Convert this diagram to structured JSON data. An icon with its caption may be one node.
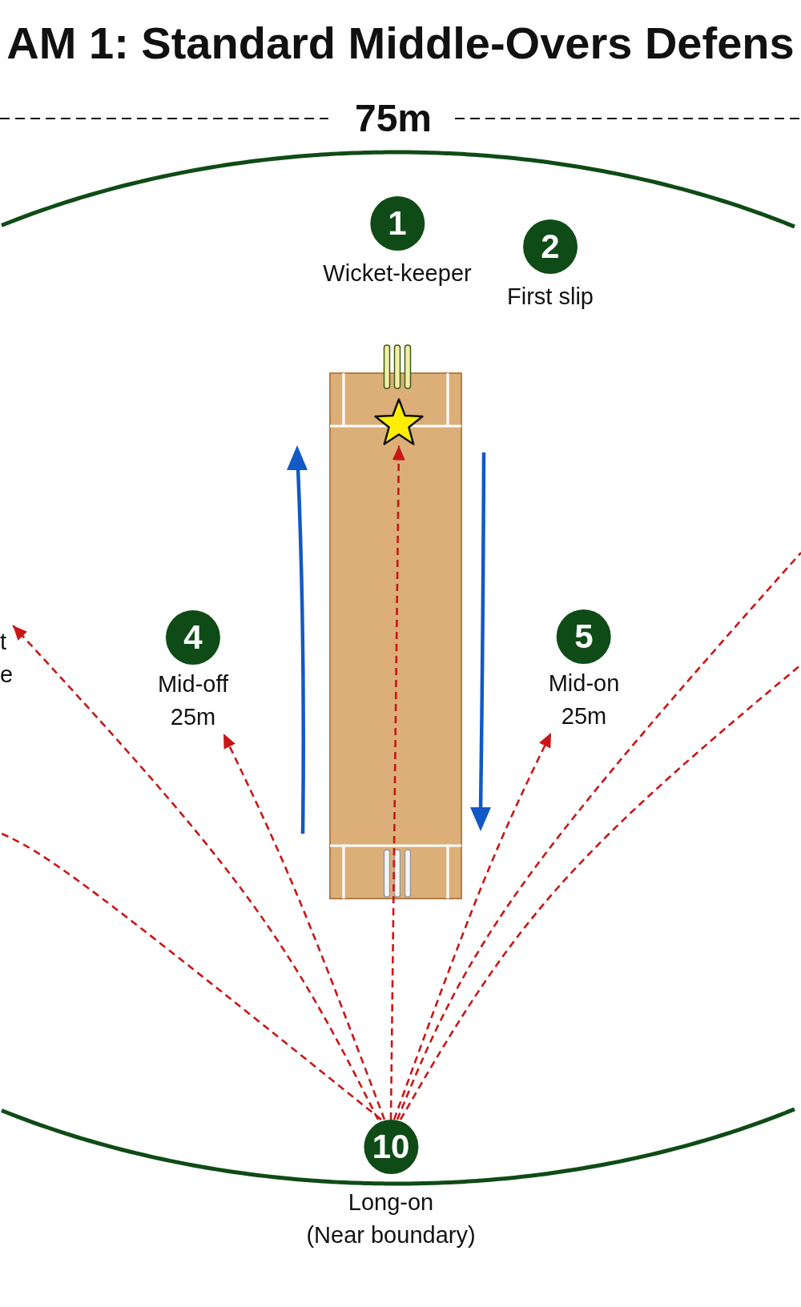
{
  "diagram": {
    "title": "AM 1: Standard Middle-Overs Defens",
    "nodes": [
      {
        "text": [
          "1",
          "Wicket-keeper"
        ]
      },
      {
        "text": [
          "2",
          "First slip"
        ]
      },
      {
        "text": [],
        "shape": "star"
      },
      {
        "text": [
          "t",
          "e"
        ]
      },
      {
        "text": [
          "4",
          "Mid-off",
          "25m"
        ]
      },
      {
        "text": [
          "5",
          "Mid-on",
          "25m"
        ]
      },
      {
        "text": [
          "10",
          "Long-on",
          "(Near boundary)"
        ]
      }
    ],
    "edges": [
      {
        "from": 6,
        "to": 3,
        "arrow": "to",
        "style": "dashed"
      },
      {
        "from": 6,
        "to": null,
        "arrow": "none",
        "style": "dashed"
      },
      {
        "from": 6,
        "to": 4,
        "arrow": "to",
        "style": "dashed"
      },
      {
        "from": 6,
        "to": 2,
        "arrow": "to",
        "style": "dashed"
      },
      {
        "from": 6,
        "to": 5,
        "arrow": "to",
        "style": "dashed"
      },
      {
        "from": 6,
        "to": null,
        "arrow": "none",
        "style": "dashed"
      },
      {
        "from": 6,
        "to": null,
        "arrow": "none",
        "style": "dashed"
      }
    ],
    "labels": [
      "75m"
    ]
  }
}
